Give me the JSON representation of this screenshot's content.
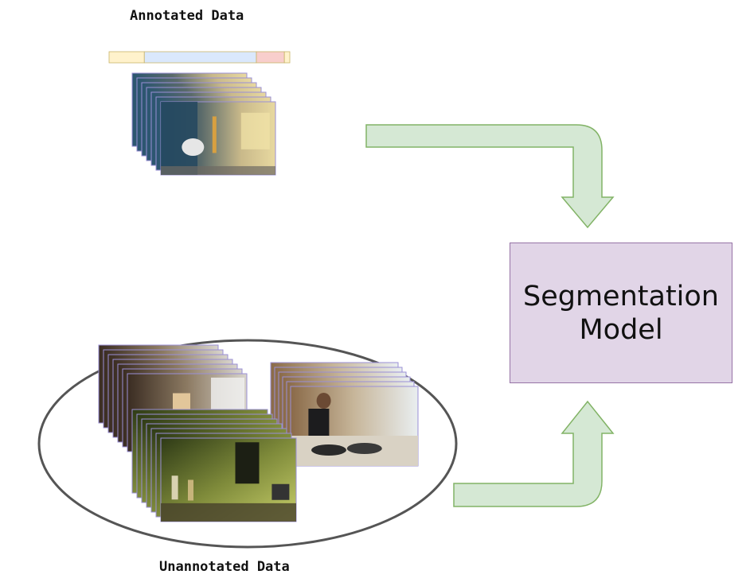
{
  "annotated_label": "Annotated Data",
  "unannotated_label": "Unannotated Data",
  "model": {
    "line1": "Segmentation",
    "line2": "Model"
  },
  "colors": {
    "arrow_fill": "#d5e8d4",
    "arrow_stroke": "#82b366",
    "model_fill": "#e1d5e7",
    "model_stroke": "#9673a6",
    "segment_a": "#fff2cc",
    "segment_b": "#dae8fc",
    "segment_c": "#f8cecc",
    "frame_border": "#9a8fd6"
  },
  "annotation_bar": [
    {
      "name": "segment-1",
      "fraction": 0.195,
      "color": "#fff2cc"
    },
    {
      "name": "segment-2",
      "fraction": 0.62,
      "color": "#dae8fc"
    },
    {
      "name": "segment-3",
      "fraction": 0.155,
      "color": "#f8cecc"
    },
    {
      "name": "segment-4",
      "fraction": 0.03,
      "color": "#fff2cc"
    }
  ]
}
